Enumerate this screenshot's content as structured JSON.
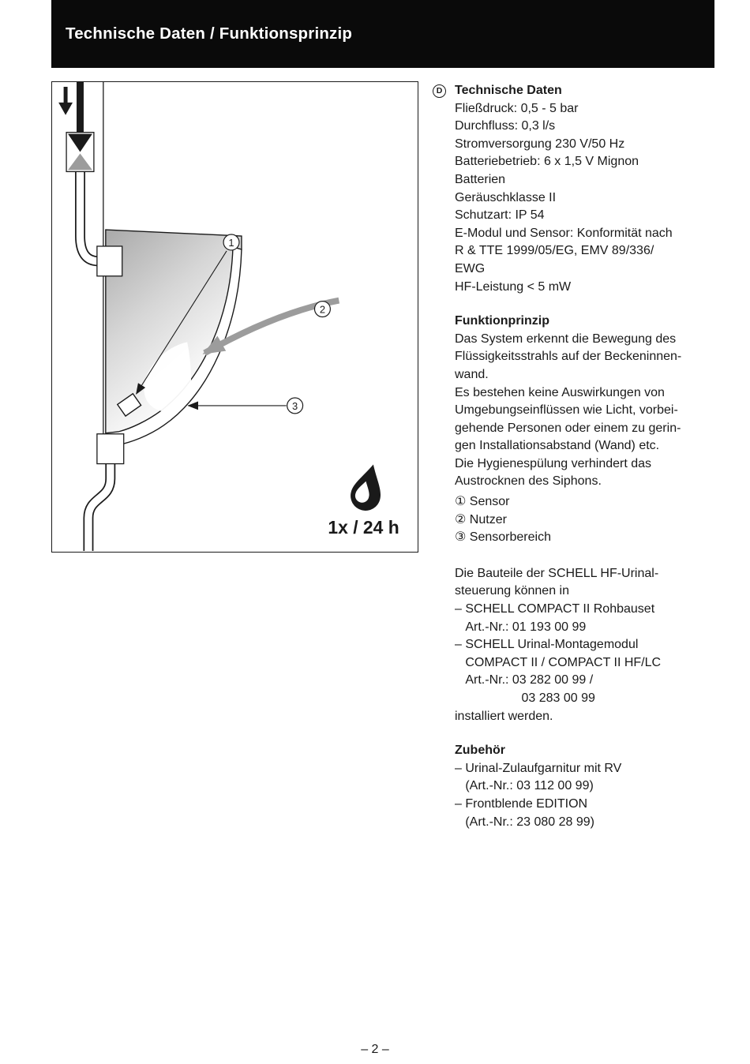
{
  "header": {
    "title": "Technische Daten / Funktionsprinzip"
  },
  "footer": {
    "page_number": "– 2 –"
  },
  "diagram": {
    "frequency_label": "1x / 24 h",
    "callout_1": "1",
    "callout_2": "2",
    "callout_3": "3"
  },
  "content": {
    "lang_marker": "D",
    "tech": {
      "heading": "Technische Daten",
      "lines": [
        "Fließdruck: 0,5 - 5 bar",
        "Durchfluss: 0,3 l/s",
        "Stromversorgung 230 V/50 Hz",
        "Batteriebetrieb: 6 x 1,5 V Mignon",
        "Batterien",
        "Geräuschklasse II",
        "Schutzart: IP 54",
        "E-Modul und Sensor: Konformität nach",
        "R & TTE 1999/05/EG, EMV 89/336/",
        "EWG",
        "HF-Leistung < 5 mW"
      ]
    },
    "funktion": {
      "heading": "Funktionprinzip",
      "lines": [
        "Das System erkennt die Bewegung des",
        "Flüssigkeitsstrahls auf der Beckeninnen-",
        "wand.",
        "Es bestehen keine Auswirkungen von",
        "Umgebungseinflüssen wie Licht, vorbei-",
        "gehende Personen oder einem zu gerin-",
        "gen Installationsabstand (Wand) etc.",
        "Die Hygienespülung verhindert das",
        "Austrocknen des Siphons."
      ],
      "legend": [
        "① Sensor",
        "② Nutzer",
        "③ Sensorbereich"
      ]
    },
    "bauteile": {
      "lines": [
        "Die Bauteile der SCHELL HF-Urinal-",
        "steuerung können in",
        "– SCHELL COMPACT II Rohbauset",
        "   Art.-Nr.: 01 193 00 99",
        "– SCHELL Urinal-Montagemodul",
        "   COMPACT II / COMPACT II HF/LC",
        "   Art.-Nr.: 03 282 00 99 /",
        "                   03 283 00 99",
        "installiert werden."
      ]
    },
    "zubehoer": {
      "heading": "Zubehör",
      "lines": [
        "– Urinal-Zulaufgarnitur mit RV",
        "   (Art.-Nr.: 03 112 00 99)",
        "– Frontblende EDITION",
        "   (Art.-Nr.: 23 080 28 99)"
      ]
    }
  }
}
